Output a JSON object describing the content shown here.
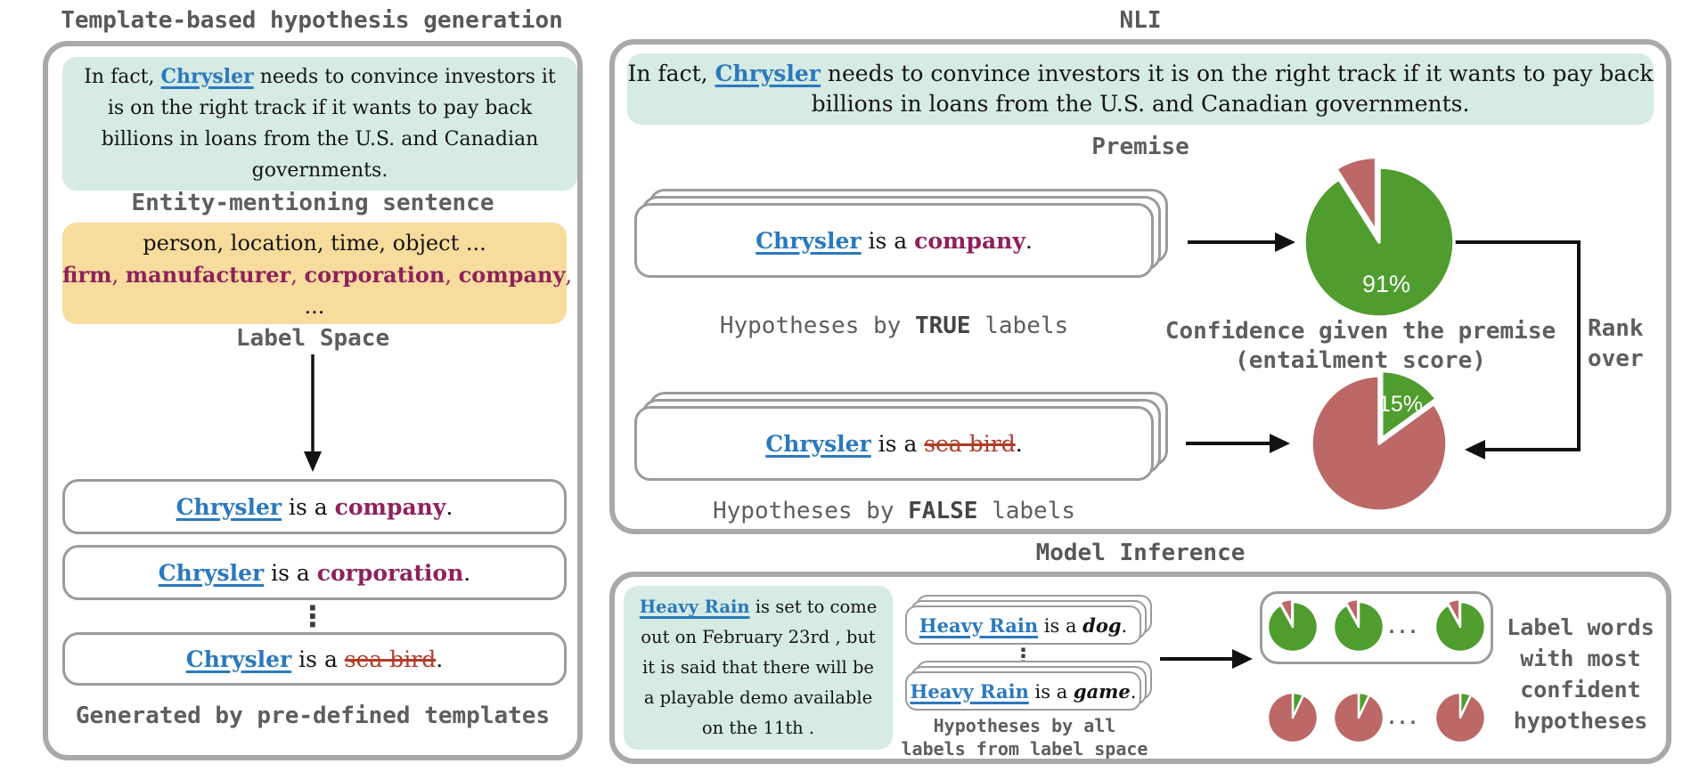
{
  "colors": {
    "teal_bg": "#d6ebe4",
    "orange_bg": "#f8dc9d",
    "entity_blue": "#2b79bd",
    "label_maroon": "#8f215c",
    "false_red": "#b23b27",
    "pie_green": "#4f9d2e",
    "pie_red": "#bb6867",
    "border_gray": "#a9a9a9",
    "caption_gray": "#5e5e5e"
  },
  "left_panel": {
    "title": "Template-based hypothesis generation",
    "sentence": {
      "pre": "In fact, ",
      "entity": "Chrysler",
      "post": " needs to convince investors it\nis on the right track if it wants to pay back\nbillions in loans from the U.S. and Canadian\ngovernments."
    },
    "sentence_caption": "Entity-mentioning sentence",
    "label_space": {
      "line1": "person, location, time, object ...",
      "words": [
        "firm",
        "manufacturer",
        "corporation",
        "company"
      ],
      "sep": ", ",
      "trail": ",",
      "ellipsis": "..."
    },
    "label_space_caption": "Label Space",
    "hypotheses": [
      {
        "entity": "Chrysler",
        "mid": " is a ",
        "label": "company",
        "end": "."
      },
      {
        "entity": "Chrysler",
        "mid": " is a ",
        "label": "corporation",
        "end": "."
      },
      {
        "entity": "Chrysler",
        "mid": " is a ",
        "label": "sea bird",
        "end": "."
      }
    ],
    "dots": "⋮",
    "bottom_caption": "Generated by pre-defined templates"
  },
  "nli": {
    "title": "NLI",
    "premise": {
      "pre": "In fact, ",
      "entity": "Chrysler",
      "post": " needs to convince investors it is on the right track if it wants to pay back\nbillions in loans from the U.S. and Canadian governments."
    },
    "premise_caption": "Premise",
    "true_stack": {
      "entity": "Chrysler",
      "mid": " is a ",
      "label": "company",
      "end": "."
    },
    "true_caption": {
      "pre": "Hypotheses by ",
      "bold": "TRUE",
      "post": " labels"
    },
    "false_stack": {
      "entity": "Chrysler",
      "mid": " is a ",
      "label": "sea bird",
      "end": "."
    },
    "false_caption": {
      "pre": "Hypotheses by ",
      "bold": "FALSE",
      "post": " labels"
    },
    "confidence_caption": "Confidence given the premise\n(entailment score)",
    "rank_caption": "Rank\nover"
  },
  "inference": {
    "title": "Model Inference",
    "sentence": {
      "pre": "",
      "entity": "Heavy Rain",
      "post": " is set to come\nout on February 23rd , but\nit is said that there will be\na playable demo available\non the 11th ."
    },
    "top_hyp": {
      "entity": "Heavy Rain",
      "mid": " is a ",
      "label": "dog",
      "end": "."
    },
    "bottom_hyp": {
      "entity": "Heavy Rain",
      "mid": " is a ",
      "label": "game",
      "end": "."
    },
    "dots": "⋮",
    "stack_caption": "Hypotheses by all\nlabels from label space",
    "row_ellipsis": "...",
    "result_caption": "Label words\nwith most\nconfident\nhypotheses"
  },
  "chart_data": [
    {
      "type": "pie",
      "name": "confidence-true-labels",
      "slices": [
        {
          "label": "entailment score",
          "value": 91,
          "color": "#4f9d2e"
        },
        {
          "label": "remainder",
          "value": 9,
          "color": "#bb6867",
          "exploded": true
        }
      ],
      "data_label": "91%"
    },
    {
      "type": "pie",
      "name": "confidence-false-labels",
      "slices": [
        {
          "label": "entailment score",
          "value": 15,
          "color": "#4f9d2e",
          "exploded": true
        },
        {
          "label": "remainder",
          "value": 85,
          "color": "#bb6867"
        }
      ],
      "data_label": "15%"
    },
    {
      "type": "pie",
      "name": "high-confidence-mini",
      "slices": [
        {
          "label": "entailment score",
          "value": 92,
          "color": "#4f9d2e"
        },
        {
          "label": "remainder",
          "value": 8,
          "color": "#bb6867",
          "exploded": true
        }
      ]
    },
    {
      "type": "pie",
      "name": "low-confidence-mini",
      "slices": [
        {
          "label": "entailment score",
          "value": 7,
          "color": "#4f9d2e"
        },
        {
          "label": "remainder",
          "value": 93,
          "color": "#bb6867"
        }
      ]
    }
  ]
}
